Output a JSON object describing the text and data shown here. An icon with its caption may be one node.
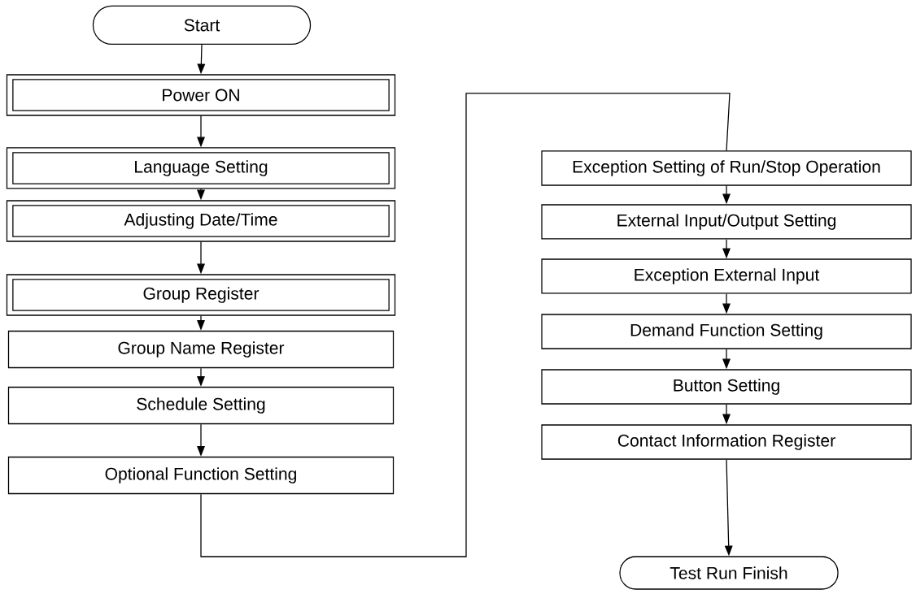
{
  "diagram": {
    "nodes": [
      {
        "text": [
          "Start"
        ]
      },
      {
        "text": [
          "Power ON"
        ]
      },
      {
        "text": [
          "Language Setting"
        ]
      },
      {
        "text": [
          "Adjusting Date/Time"
        ]
      },
      {
        "text": [
          "Group Register"
        ]
      },
      {
        "text": [
          "Group Name Register"
        ]
      },
      {
        "text": [
          "Schedule Setting"
        ]
      },
      {
        "text": [
          "Optional Function Setting"
        ]
      },
      {
        "text": [
          "Exception Setting of Run/Stop Operation"
        ]
      },
      {
        "text": [
          "External Input/Output Setting"
        ]
      },
      {
        "text": [
          "Exception External Input"
        ]
      },
      {
        "text": [
          "Demand Function Setting"
        ]
      },
      {
        "text": [
          "Button Setting"
        ]
      },
      {
        "text": [
          "Contact Information Register"
        ]
      },
      {
        "text": [
          "Test Run Finish"
        ]
      }
    ],
    "edges": [
      {
        "from": 0,
        "to": 1,
        "arrow": "to"
      },
      {
        "from": 1,
        "to": 2,
        "arrow": "to"
      },
      {
        "from": 2,
        "to": 3,
        "arrow": "to"
      },
      {
        "from": 3,
        "to": 4,
        "arrow": "to"
      },
      {
        "from": 4,
        "to": 5,
        "arrow": "to"
      },
      {
        "from": 5,
        "to": 6,
        "arrow": "to"
      },
      {
        "from": 6,
        "to": 7,
        "arrow": "to"
      },
      {
        "from": 7,
        "to": 8,
        "arrow": "none"
      },
      {
        "from": 8,
        "to": 9,
        "arrow": "to"
      },
      {
        "from": 9,
        "to": 10,
        "arrow": "to"
      },
      {
        "from": 10,
        "to": 11,
        "arrow": "to"
      },
      {
        "from": 11,
        "to": 12,
        "arrow": "to"
      },
      {
        "from": 12,
        "to": 13,
        "arrow": "to"
      },
      {
        "from": 13,
        "to": 14,
        "arrow": "to"
      }
    ]
  }
}
